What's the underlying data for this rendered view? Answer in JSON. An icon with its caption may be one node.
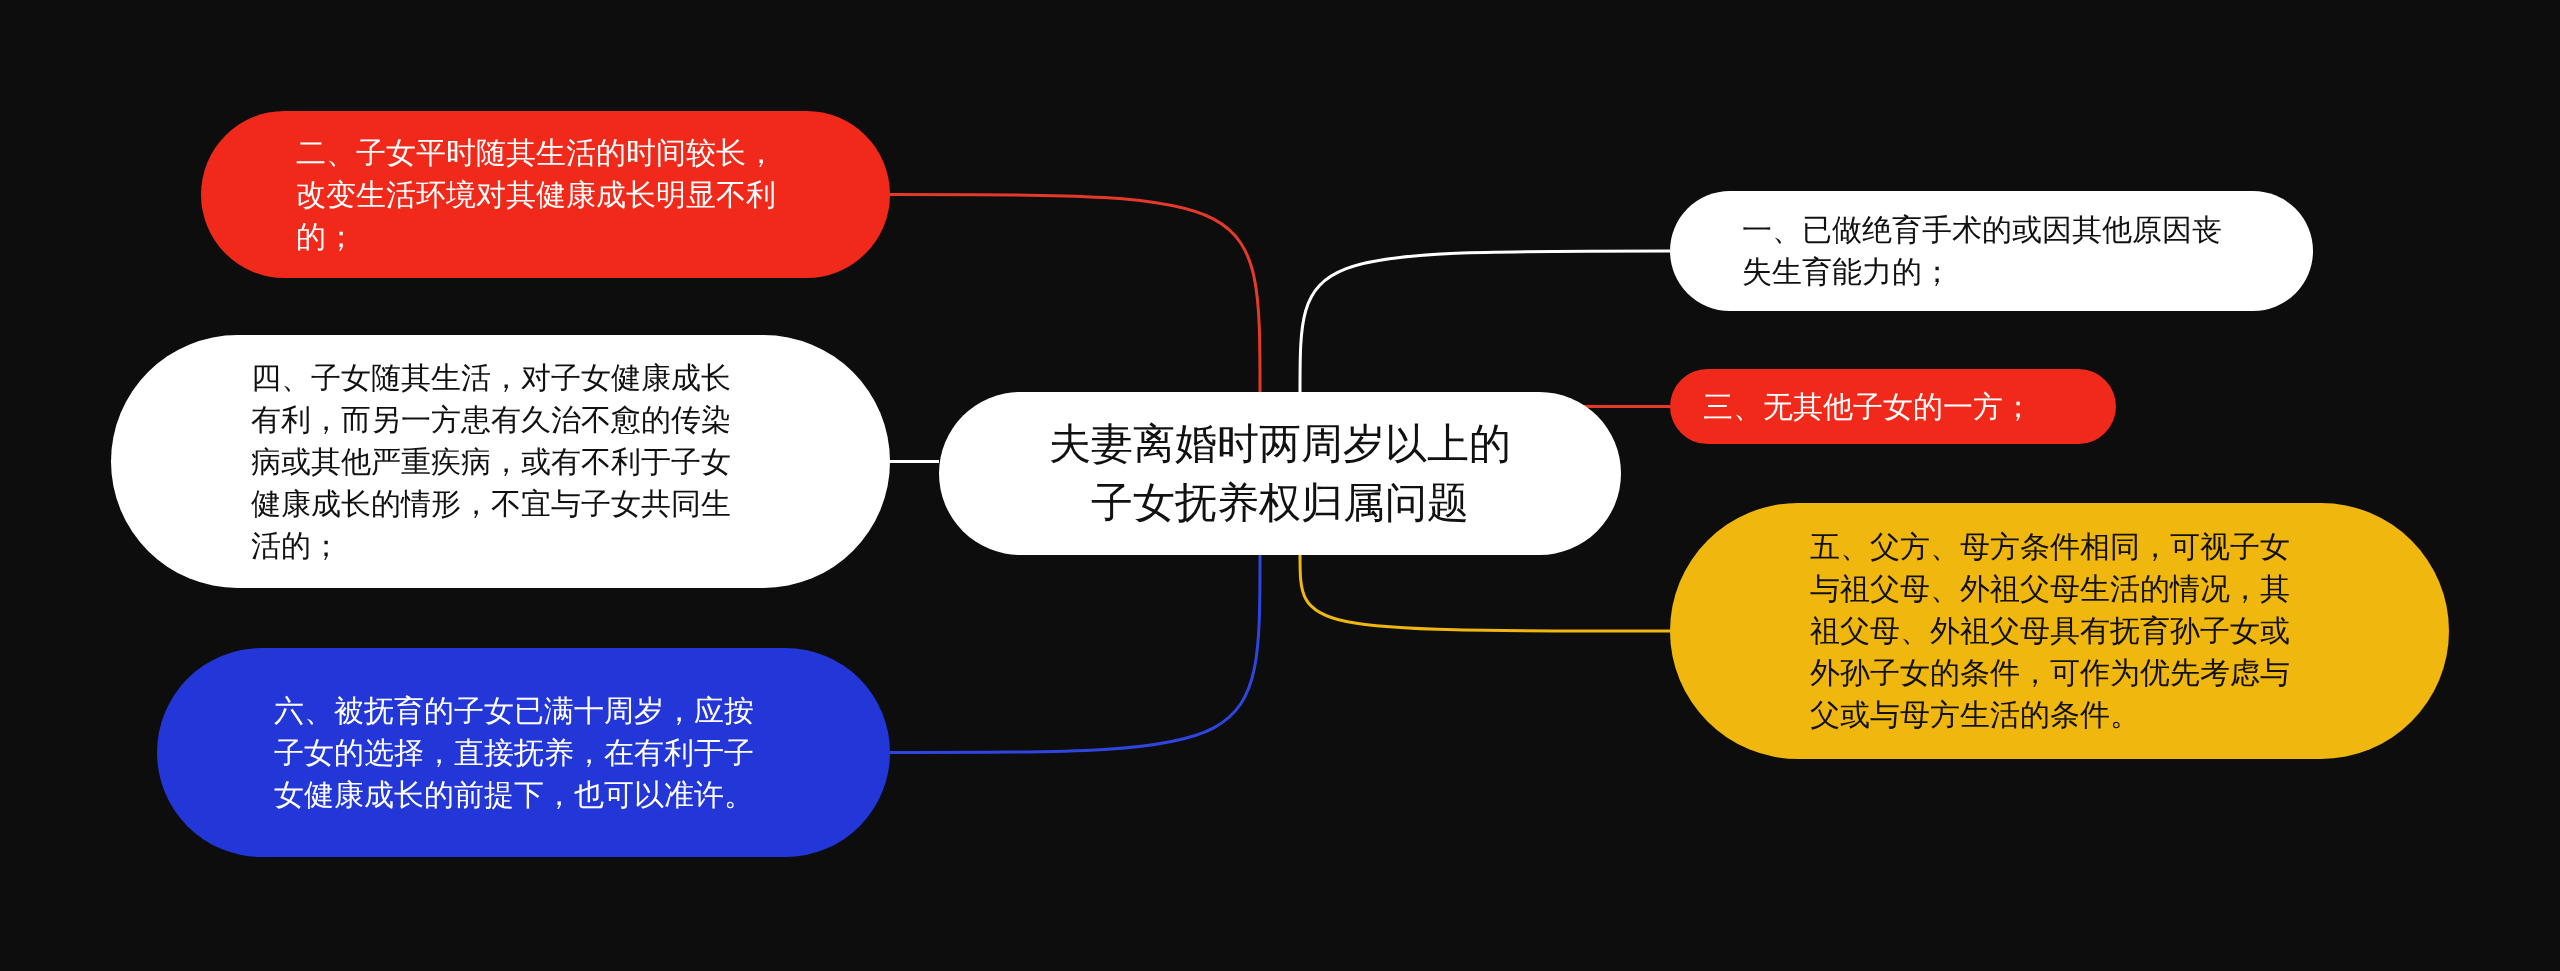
{
  "diagram": {
    "nodes": [
      {
        "text": [
          "夫妻离婚时两周岁以上的子女抚养权归属问题"
        ]
      },
      {
        "text": [
          "二、子女平时随其生活的时间较长，改变生活环境对其健康成长明显不利的；"
        ]
      },
      {
        "text": [
          "一、已做绝育手术的或因其他原因丧失生育能力的；"
        ]
      },
      {
        "text": [
          "四、子女随其生活，对子女健康成长有利，而另一方患有久治不愈的传染病或其他严重疾病，或有不利于子女健康成长的情形，不宜与子女共同生活的；"
        ]
      },
      {
        "text": [
          "三、无其他子女的一方；"
        ]
      },
      {
        "text": [
          "五、父方、母方条件相同，可视子女与祖父母、外祖父母生活的情况，其祖父母、外祖父母具有抚育孙子女或外孙子女的条件，可作为优先考虑与父或与母方生活的条件。"
        ]
      },
      {
        "text": [
          "六、被抚育的子女已满十周岁，应按子女的选择，直接抚养，在有利于子女健康成长的前提下，也可以准许。"
        ]
      }
    ],
    "edges": [
      {
        "from": 0,
        "to": 1,
        "arrow": "none",
        "color": "#e53a2a"
      },
      {
        "from": 0,
        "to": 2,
        "arrow": "none",
        "color": "#ffffff"
      },
      {
        "from": 0,
        "to": 3,
        "arrow": "none",
        "color": "#ffffff"
      },
      {
        "from": 0,
        "to": 4,
        "arrow": "none",
        "color": "#e53a2a"
      },
      {
        "from": 0,
        "to": 5,
        "arrow": "none",
        "color": "#f0b70e"
      },
      {
        "from": 0,
        "to": 6,
        "arrow": "none",
        "color": "#2f45e0"
      }
    ]
  }
}
